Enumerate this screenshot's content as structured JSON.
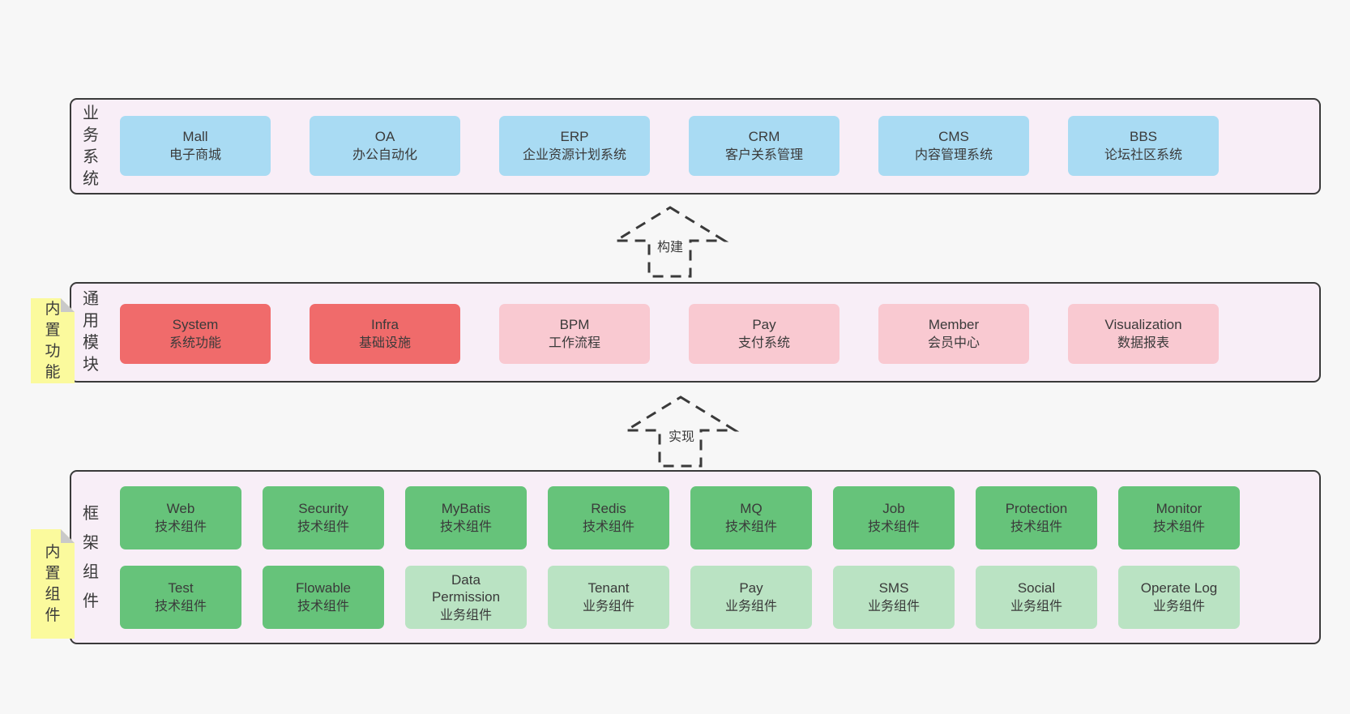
{
  "colors": {
    "page_bg": "#f7f7f7",
    "panel_bg": "#f8eef7",
    "panel_border": "#3a3a3a",
    "blue": "#a9dbf3",
    "red": "#f06b6b",
    "pink": "#f9c9d1",
    "green_dark": "#66c37a",
    "green_light": "#bae3c3",
    "sticky_yellow": "#fbfa9d",
    "sticky_fold_gray": "#c9c9c9",
    "arrow_dash": "#3a3a3a"
  },
  "sections": {
    "business": {
      "label": "业务系统",
      "boxes": [
        {
          "title": "Mall",
          "subtitle": "电子商城"
        },
        {
          "title": "OA",
          "subtitle": "办公自动化"
        },
        {
          "title": "ERP",
          "subtitle": "企业资源计划系统"
        },
        {
          "title": "CRM",
          "subtitle": "客户关系管理"
        },
        {
          "title": "CMS",
          "subtitle": "内容管理系统"
        },
        {
          "title": "BBS",
          "subtitle": "论坛社区系统"
        }
      ]
    },
    "modules": {
      "label": "通用模块",
      "sticky": "内置功能",
      "boxes": [
        {
          "title": "System",
          "subtitle": "系统功能",
          "variant": "red"
        },
        {
          "title": "Infra",
          "subtitle": "基础设施",
          "variant": "red"
        },
        {
          "title": "BPM",
          "subtitle": "工作流程",
          "variant": "pink"
        },
        {
          "title": "Pay",
          "subtitle": "支付系统",
          "variant": "pink"
        },
        {
          "title": "Member",
          "subtitle": "会员中心",
          "variant": "pink"
        },
        {
          "title": "Visualization",
          "subtitle": "数据报表",
          "variant": "pink"
        }
      ]
    },
    "components": {
      "label": "框架组件",
      "sticky": "内置组件",
      "row1": [
        {
          "title": "Web",
          "subtitle": "技术组件",
          "variant": "green_dark"
        },
        {
          "title": "Security",
          "subtitle": "技术组件",
          "variant": "green_dark"
        },
        {
          "title": "MyBatis",
          "subtitle": "技术组件",
          "variant": "green_dark"
        },
        {
          "title": "Redis",
          "subtitle": "技术组件",
          "variant": "green_dark"
        },
        {
          "title": "MQ",
          "subtitle": "技术组件",
          "variant": "green_dark"
        },
        {
          "title": "Job",
          "subtitle": "技术组件",
          "variant": "green_dark"
        },
        {
          "title": "Protection",
          "subtitle": "技术组件",
          "variant": "green_dark"
        },
        {
          "title": "Monitor",
          "subtitle": "技术组件",
          "variant": "green_dark"
        }
      ],
      "row2": [
        {
          "title": "Test",
          "subtitle": "技术组件",
          "variant": "green_dark"
        },
        {
          "title": "Flowable",
          "subtitle": "技术组件",
          "variant": "green_dark"
        },
        {
          "title": "Data Permission",
          "subtitle": "业务组件",
          "variant": "green_light"
        },
        {
          "title": "Tenant",
          "subtitle": "业务组件",
          "variant": "green_light"
        },
        {
          "title": "Pay",
          "subtitle": "业务组件",
          "variant": "green_light"
        },
        {
          "title": "SMS",
          "subtitle": "业务组件",
          "variant": "green_light"
        },
        {
          "title": "Social",
          "subtitle": "业务组件",
          "variant": "green_light"
        },
        {
          "title": "Operate Log",
          "subtitle": "业务组件",
          "variant": "green_light"
        }
      ]
    }
  },
  "arrows": {
    "build": "构建",
    "implement": "实现"
  }
}
